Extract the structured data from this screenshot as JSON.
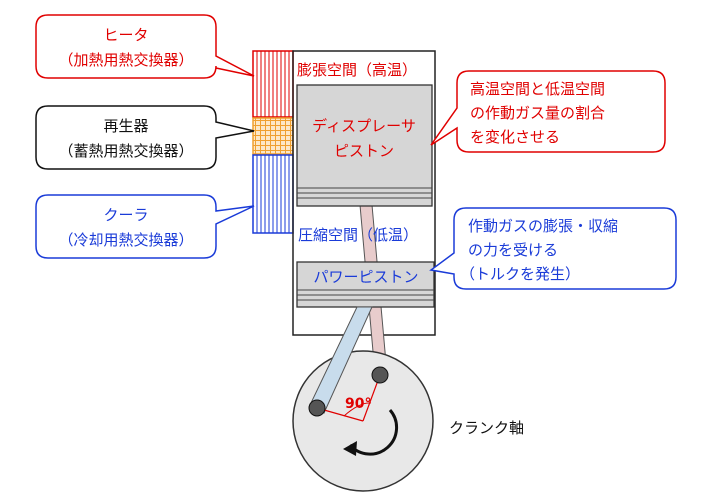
{
  "callouts": {
    "heater": {
      "line1": "ヒータ",
      "line2": "（加熱用熱交換器）"
    },
    "regenerator": {
      "line1": "再生器",
      "line2": "（蓄熱用熱交換器）"
    },
    "cooler": {
      "line1": "クーラ",
      "line2": "（冷却用熱交換器）"
    },
    "displacer_note": {
      "line1": "高温空間と低温空間",
      "line2": "の作動ガス量の割合",
      "line3": "を変化させる"
    },
    "power_note": {
      "line1": "作動ガスの膨張・収縮",
      "line2": "の力を受ける",
      "line3": "（トルクを発生）"
    }
  },
  "labels": {
    "expansion_space": "膨張空間（高温）",
    "compression_space": "圧縮空間（低温）",
    "displacer_piston_line1": "ディスプレーサ",
    "displacer_piston_line2": "ピストン",
    "power_piston": "パワーピストン",
    "crank_angle": "90°",
    "crankshaft": "クランク軸"
  },
  "colors": {
    "heater": "#e00000",
    "regenerator": "#f0a030",
    "cooler": "#1a3bd8",
    "power_rod": "#c8dcec",
    "displacer_rod": "#e8cccc",
    "piston_fill": "#d6d6d6",
    "angle_mark": "#e00000"
  }
}
